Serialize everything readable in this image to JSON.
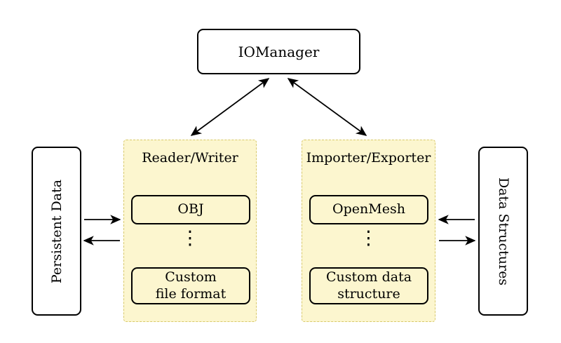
{
  "io_manager": {
    "label": "IOManager"
  },
  "left_group": {
    "title": "Reader/Writer",
    "item_top": "OBJ",
    "dots": "⋮",
    "item_bottom_line1": "Custom",
    "item_bottom_line2": "file format"
  },
  "right_group": {
    "title": "Importer/Exporter",
    "item_top": "OpenMesh",
    "dots": "⋮",
    "item_bottom_line1": "Custom data",
    "item_bottom_line2": "structure"
  },
  "left_side_box": {
    "label": "Persistent Data"
  },
  "right_side_box": {
    "label": "Data Structures"
  },
  "colors": {
    "group_fill": "#fcf6cf",
    "group_border": "#d8c96b",
    "line": "#000000"
  }
}
